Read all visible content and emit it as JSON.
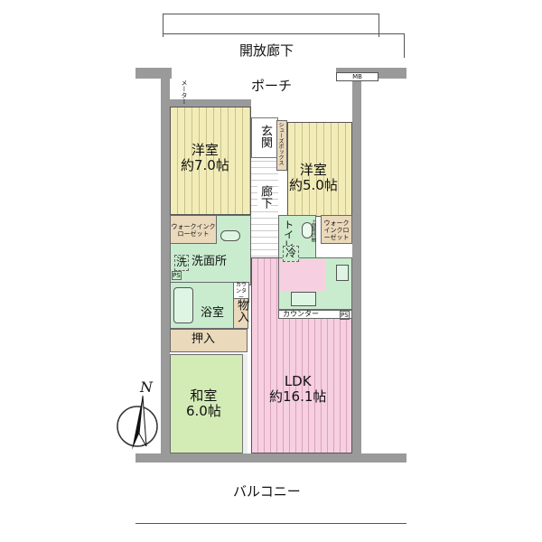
{
  "labels": {
    "open_corridor": "開放廊下",
    "porch": "ポーチ",
    "mb": "MB",
    "meter_box": "メーター",
    "shoe_box": "シューズボックス",
    "entrance": "玄関",
    "hallway": "廊下",
    "western_room_1": {
      "name": "洋室",
      "size": "約7.0帖"
    },
    "western_room_2": {
      "name": "洋室",
      "size": "約5.0帖"
    },
    "walk_in_closet": "ウォークインクローゼット",
    "toilet": "トイレ",
    "upper_cabinet": "上部吊戸棚",
    "washer": "洗",
    "washroom": "洗面所",
    "ps": "PS",
    "fridge": "冷",
    "bathroom": "浴室",
    "counter_small": "カウンター",
    "storage": "物入",
    "counter": "カウンター",
    "closet": "押入",
    "japanese_room": {
      "name": "和室",
      "size": "6.0帖"
    },
    "ldk": {
      "name": "LDK",
      "size": "約16.1帖"
    },
    "balcony": "バルコニー",
    "north": "N"
  },
  "colors": {
    "western": "#f2edb8",
    "ldk": "#f6cfe0",
    "wet": "#c9eccf",
    "storage": "#ead9bb",
    "japanese": "#d3ebb5"
  }
}
